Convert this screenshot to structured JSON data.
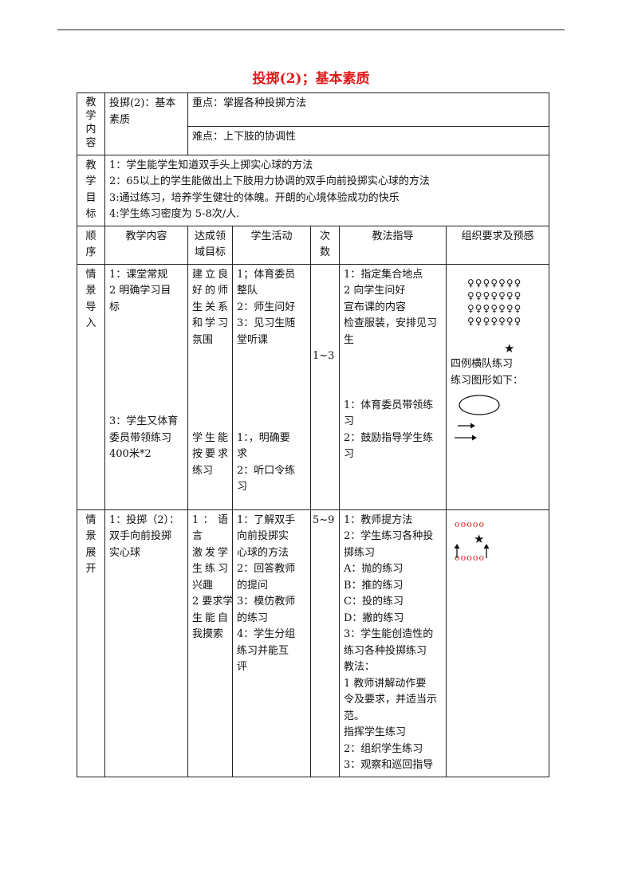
{
  "title": "投掷(2)；基本素质",
  "content_row": {
    "label": "教学内容",
    "topic": "投掷(2)：基本素质",
    "key_point": "重点：掌握各种投掷方法",
    "difficulty": "难点：上下肢的协调性"
  },
  "goals_row": {
    "label": "教学目标",
    "items": [
      "1：学生能学生知道双手头上掷实心球的方法",
      "2：65以上的学生能做出上下肢用力协调的双手向前投掷实心球的方法",
      "3:通过练习，培养学生健壮的体魄。开朗的心境体验成功的快乐",
      "4:学生练习密度为 5-8次/人."
    ]
  },
  "headers": {
    "order": "顺序",
    "content": "教学内容",
    "target": "达成领域目标",
    "student": "学生活动",
    "times": "次数",
    "method": "教法指导",
    "organization": "组织要求及预感"
  },
  "intro": {
    "stage": "情景导入",
    "content_a": [
      "1：课堂常规",
      "2 明确学习目",
      "标"
    ],
    "content_b": [
      "3：学生又体育",
      "委员带领练习",
      "400米*2"
    ],
    "target_a": [
      "建立良",
      "好的师",
      "生关系",
      "和学习",
      "氛围"
    ],
    "target_b": [
      "学生能",
      "按要求",
      "练习"
    ],
    "student_a": [
      "1；体育委员",
      "整队",
      "2：师生问好",
      "3：见习生随",
      "堂听课"
    ],
    "student_b": [
      "1：，明确要",
      "求",
      "2：听口令练",
      "习"
    ],
    "times": "1~3",
    "method_a": [
      "1：指定集合地点",
      "2 向学生问好",
      "宣布课的内容",
      "检查服装，安排见习",
      "生"
    ],
    "method_b": [
      "1：体育委员带领练",
      "习",
      "2：鼓励指导学生练",
      "习"
    ],
    "org": {
      "formation_rows": [
        "♀♀♀♀♀♀♀",
        "♀♀♀♀♀♀♀",
        "♀♀♀♀♀♀♀",
        "♀♀♀♀♀♀♀"
      ],
      "star": "★",
      "caption1": "四例横队练习",
      "caption2": "练习图形如下："
    }
  },
  "develop": {
    "stage": "情景展开",
    "content": [
      "1：投掷（2）：",
      "双手向前投掷",
      "实心球"
    ],
    "target": [
      "1：语言",
      "激发学",
      "生练习",
      "兴趣",
      "2 要求学",
      "生能自",
      "我摸索"
    ],
    "student": [
      "1：了解双手",
      "向前投掷实",
      "心球的方法",
      "2：回答教师",
      "的提问",
      "3：模仿教师",
      "的练习",
      "4：学生分组",
      "练习并能互",
      "评"
    ],
    "times": "5~9",
    "method": [
      "1：教师提方法",
      "2：学生练习各种投",
      "掷练习",
      "A：抛的练习",
      "B：推的练习",
      "C：投的练习",
      "D：撇的练习",
      "3：学生能创造性的",
      "练习各种投掷练习",
      "教法：",
      "1 教师讲解动作要",
      "令及要求，并适当示",
      "范。",
      "指挥学生练习",
      "2：组织学生练习",
      "3：观察和巡回指导"
    ],
    "org": {
      "top_row": "ooooo",
      "bottom_row": "ooooo",
      "star": "★"
    }
  }
}
